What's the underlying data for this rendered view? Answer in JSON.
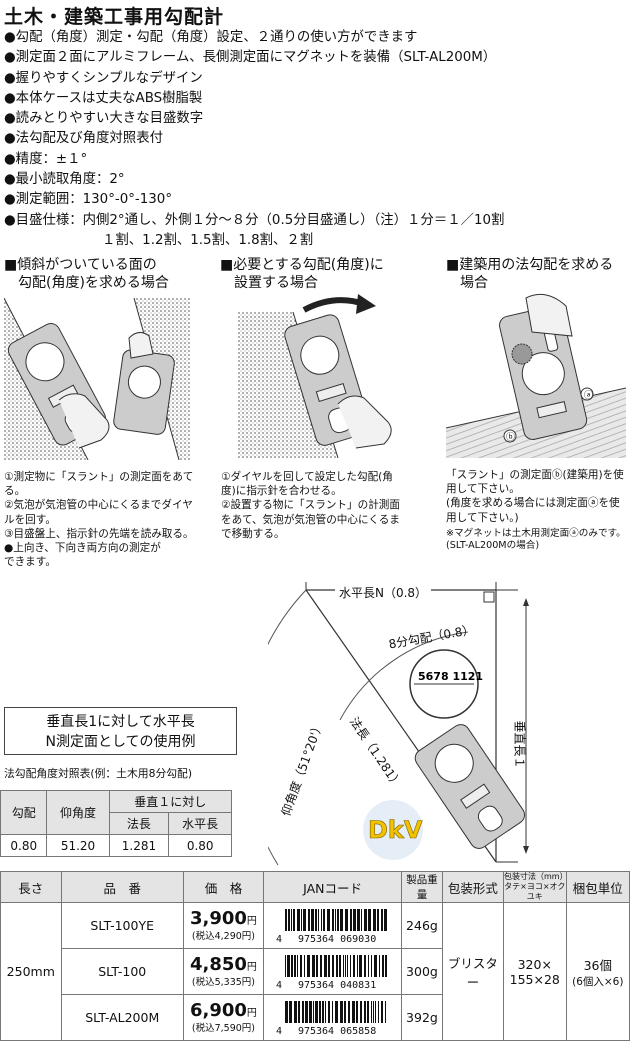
{
  "title": "土木・建築工事用勾配計",
  "features": [
    "●勾配（角度）測定・勾配（角度）設定、２通りの使い方ができます",
    "●測定面２面にアルミフレーム、長側測定面にマグネットを装備（SLT-AL200M）",
    "●握りやすくシンプルなデザイン",
    "●本体ケースは丈夫なABS樹脂製",
    "●読みとりやすい大きな目盛数字",
    "●法勾配及び角度対照表付",
    "●精度：±１°",
    "●最小読取角度：2°",
    "●測定範囲：130°-0°-130°",
    "●目盛仕様：内側2°通し、外側１分～８分（0.5分目盛通し）（注）１分＝１／10割"
  ],
  "features_cont": "１割、1.2割、1.5割、1.8割、２割",
  "sections": [
    {
      "title_l1": "■傾斜がついている面の",
      "title_l2": "勾配(角度)を求める場合",
      "steps": [
        "①測定物に「スラント」の測定面をあてる。",
        "②気泡が気泡管の中心にくるまでダイヤルを回す。",
        "③目盛盤上、指示針の先端を読み取る。",
        "●上向き、下向き両方向の測定ができます。"
      ]
    },
    {
      "title_l1": "■必要とする勾配(角度)に",
      "title_l2": "設置する場合",
      "steps": [
        "①ダイヤルを回して設定した勾配(角度)に指示針を合わせる。",
        "②設置する物に「スラント」の計測面をあて、気泡が気泡管の中心にくるまで移動する。"
      ]
    },
    {
      "title_l1": "■建築用の法勾配を求める",
      "title_l2": "場合",
      "steps": [
        "「スラント」の測定面ⓑ(建築用)を使用して下さい。",
        "(角度を求める場合には測定面ⓐを使用して下さい。)",
        "※マグネットは土木用測定面ⓐのみです。(SLT-AL200Mの場合)"
      ]
    }
  ],
  "illus_labels": {
    "a": "ⓐ",
    "b": "ⓑ"
  },
  "diagram": {
    "horizontal": "水平長N（0.8）",
    "gradient": "8分勾配（0.8）",
    "slope": "法長（1.281）",
    "elevation": "仰角度（51°20'）",
    "vertical": "垂直長１",
    "dial_digits": "5678 1121",
    "logo": "DkV"
  },
  "usage_box": {
    "l1": "垂直長1に対して水平長",
    "l2": "N測定面としての使用例"
  },
  "table_caption": "法勾配角度対照表(例：土木用8分勾配)",
  "angle_table": {
    "h_gradient": "勾配",
    "h_elev": "仰角度",
    "h_group": "垂直１に対し",
    "h_slope": "法長",
    "h_horizontal": "水平長",
    "row": [
      "0.80",
      "51.20",
      "1.281",
      "0.80"
    ]
  },
  "product_table": {
    "headers": [
      "長さ",
      "品　番",
      "価　格",
      "JANコード",
      "製品重量",
      "包装形式",
      "包装寸法（mm）",
      "梱包単位"
    ],
    "dims_sub": "タテ×ヨコ×オクユキ",
    "length": "250mm",
    "packaging": "ブリスター",
    "dims": "320×155×28",
    "dims_l1": "320×",
    "dims_l2": "155×28",
    "unit_l1": "36個",
    "unit_l2": "(6個入×6)",
    "yen": "円",
    "rows": [
      {
        "model": "SLT-100YE",
        "price": "3,900",
        "taxin": "(税込4,290円)",
        "jan_a": "4",
        "jan_b": "975364",
        "jan_c": "069030",
        "weight": "246g"
      },
      {
        "model": "SLT-100",
        "price": "4,850",
        "taxin": "(税込5,335円)",
        "jan_a": "4",
        "jan_b": "975364",
        "jan_c": "040831",
        "weight": "300g"
      },
      {
        "model": "SLT-AL200M",
        "price": "6,900",
        "taxin": "(税込7,590円)",
        "jan_a": "4",
        "jan_b": "975364",
        "jan_c": "065858",
        "weight": "392g"
      }
    ]
  }
}
